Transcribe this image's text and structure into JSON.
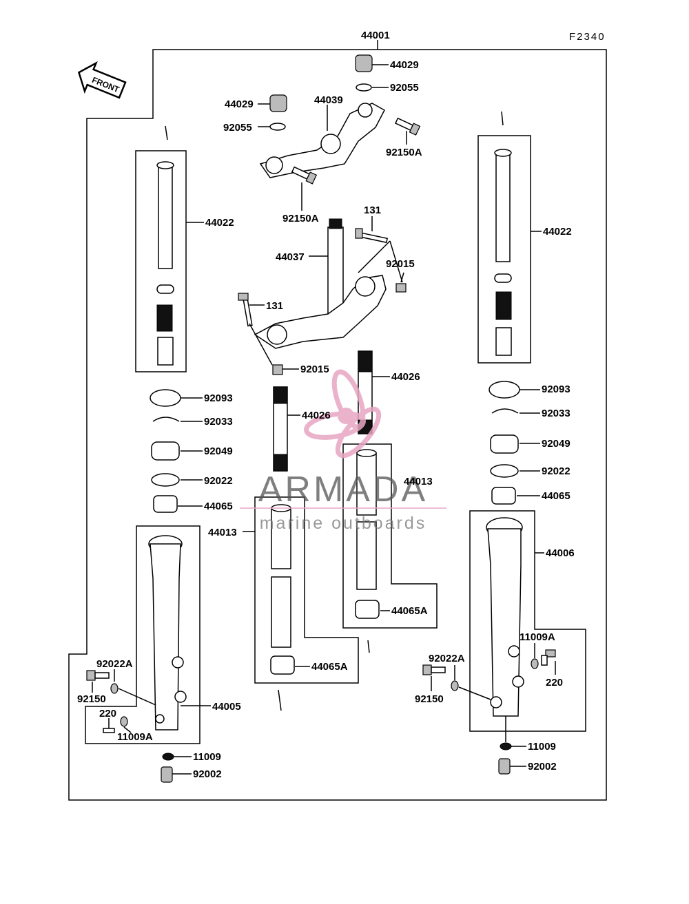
{
  "figure_code": "F2340",
  "front_arrow_text": "FRONT",
  "watermark": {
    "brand": "ARMADA",
    "tagline": "marine outboards",
    "color": "#e8a6c3"
  },
  "labels": {
    "assembly": "44001",
    "cap_bolt_right": "44029",
    "oring_right": "92055",
    "cap_bolt_left": "44029",
    "upper_bracket": "44039",
    "oring_left": "92055",
    "bolt_upper_right": "92150A",
    "bolt_upper_mid": "92150A",
    "bolt_131_top": "131",
    "stem": "44037",
    "nut_92015_right": "92015",
    "bolt_131_left": "131",
    "nut_92015_bottom": "92015",
    "fork_pipe_left": "44022",
    "fork_pipe_right": "44022",
    "tube_right": "44026",
    "tube_left": "44026",
    "seal_left": "92093",
    "clip_left": "92033",
    "oilseal_left": "92049",
    "washer_left": "92022",
    "bushing_left": "44065",
    "seal_right": "92093",
    "clip_right": "92033",
    "oilseal_right": "92049",
    "washer_right": "92022",
    "bushing_right": "44065",
    "inner_tube_mid": "44013",
    "inner_tube_left": "44013",
    "bushing_a_right": "44065A",
    "bushing_a_left": "44065A",
    "outer_right": "44006",
    "outer_left": "44005",
    "washer_a_left": "92022A",
    "bolt_left": "92150",
    "screw_220_left": "220",
    "gasket_a_left": "11009A",
    "gasket_left": "11009",
    "bolt_bottom_left": "92002",
    "washer_a_right": "92022A",
    "bolt_right": "92150",
    "gasket_a_right": "11009A",
    "screw_220_right": "220",
    "gasket_right": "11009",
    "bolt_bottom_right": "92002"
  }
}
